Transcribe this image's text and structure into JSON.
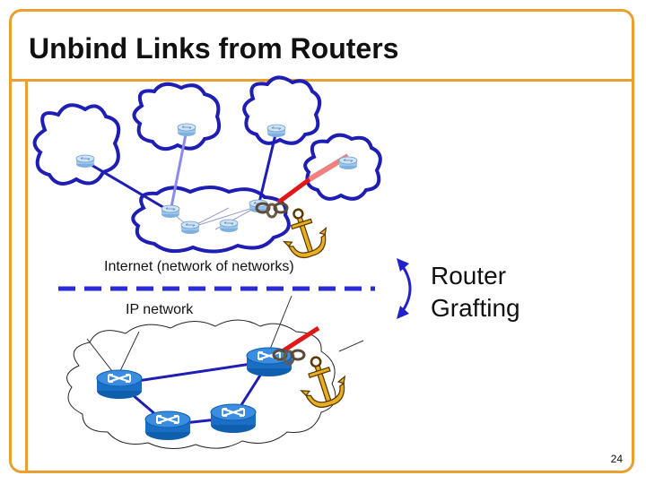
{
  "slide": {
    "title": "Unbind Links from Routers",
    "page_number": "24"
  },
  "labels": {
    "internet": "Internet (network of networks)",
    "ip_network": "IP network",
    "grafting_line1": "Router",
    "grafting_line2": "Grafting"
  },
  "colors": {
    "frame": "#e8a030",
    "link": "#1e1eb4",
    "cut_link_upper": "#f08080",
    "cut_link_lower": "#e01818",
    "router": "#2e7dd6",
    "divider": "#2b2bd6",
    "arrow": "#2222cc"
  },
  "icons": {
    "router": "router-icon",
    "anchor": "anchor-icon",
    "chain": "chain-icon",
    "cloud": "cloud-icon"
  }
}
